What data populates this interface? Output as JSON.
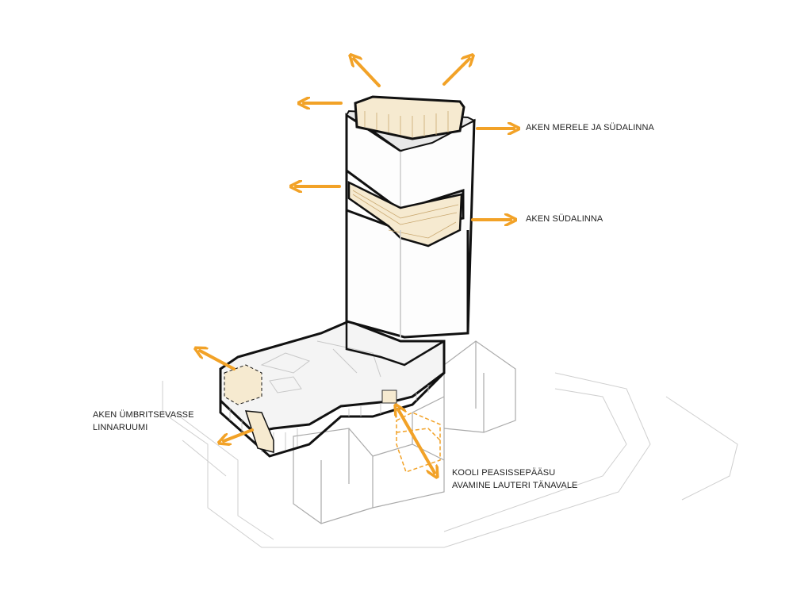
{
  "labels": {
    "window_sea_city": "AKEN MERELE JA SÜDALINNA",
    "window_city": "AKEN SÜDALINNA",
    "window_urban_line1": "AKEN ÜMBRITSEVASSE",
    "window_urban_line2": "LINNARUUMI",
    "school_entrance_line1": "KOOLI PEASISSEPÄÄSU",
    "school_entrance_line2": "AVAMINE LAUTERI TÄNAVALE"
  },
  "colors": {
    "arrow": "#f2a227",
    "accent_fill": "#f6ead0",
    "outline": "#111111",
    "context": "#c8c8c8"
  }
}
